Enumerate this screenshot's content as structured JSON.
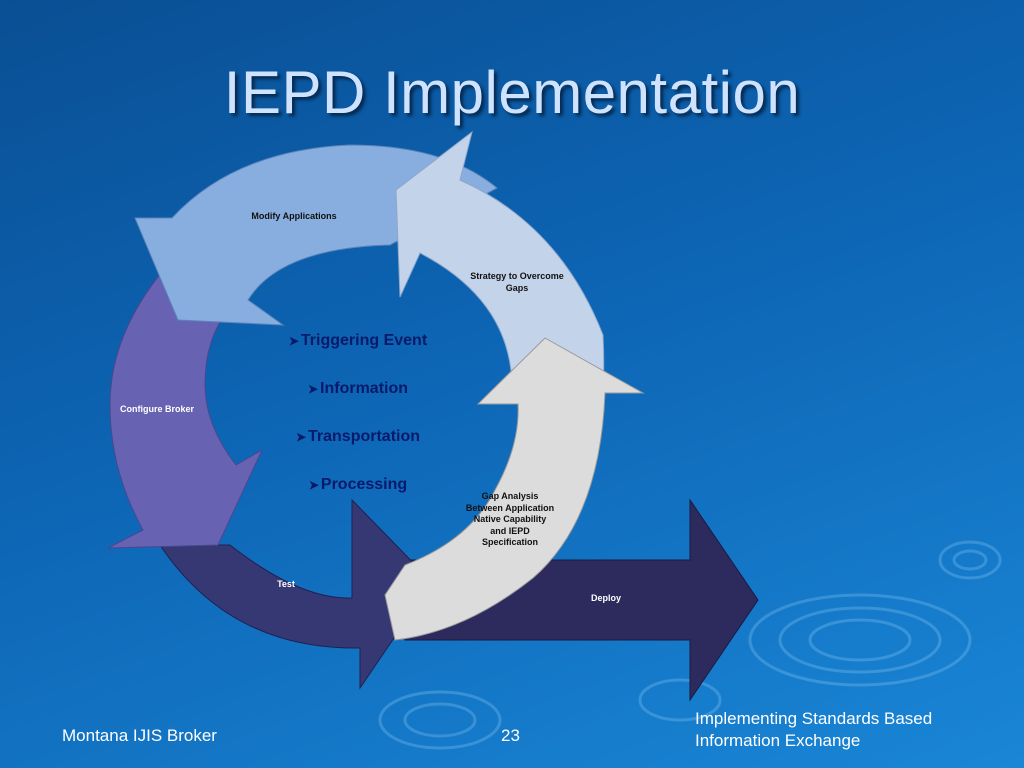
{
  "slide": {
    "title": "IEPD Implementation",
    "footer_left": "Montana IJIS Broker",
    "slide_number": "23",
    "footer_right_line1": "Implementing Standards Based",
    "footer_right_line2": "Information  Exchange"
  },
  "cycle": {
    "stages": {
      "modify_applications": "Modify Applications",
      "strategy_line1": "Strategy to Overcome",
      "strategy_line2": "Gaps",
      "configure_broker": "Configure Broker",
      "test": "Test",
      "deploy": "Deploy",
      "gap_line1": "Gap Analysis",
      "gap_line2": "Between Application",
      "gap_line3": "Native Capability",
      "gap_line4": "and IEPD",
      "gap_line5": "Specification"
    },
    "center_items": [
      "Triggering Event",
      "Information",
      "Transportation",
      "Processing"
    ],
    "colors": {
      "modify": "#88aedf",
      "strategy": "#c3d4ea",
      "configure": "#6763b2",
      "test": "#363874",
      "deploy": "#2d2b5e",
      "gap": "#dcdcdc",
      "center_text": "#081a6a",
      "title_text": "#cfe3ff"
    }
  }
}
